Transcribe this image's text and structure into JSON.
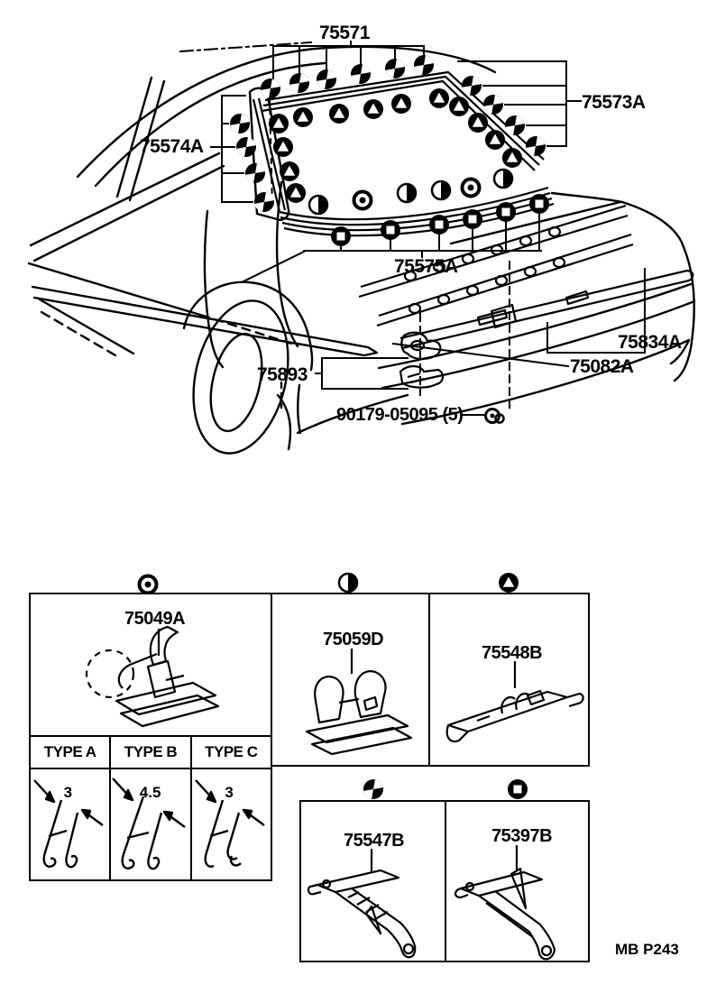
{
  "labels": {
    "l75571": "75571",
    "l75573a": "75573A",
    "l75574a": "75574A",
    "l75575a": "75575A",
    "l75834a": "75834A",
    "l75082a": "75082A",
    "l75893": "75893",
    "l90179": "90179-05095 (5)"
  },
  "parts": {
    "p75049a": "75049A",
    "p75059d": "75059D",
    "p75548b": "75548B",
    "p75547b": "75547B",
    "p75397b": "75397B"
  },
  "types": {
    "headers": [
      "TYPE A",
      "TYPE B",
      "TYPE C"
    ],
    "dims": [
      "3",
      "4.5",
      "3"
    ]
  },
  "footer": {
    "code": "MB P243"
  },
  "symbols": {
    "ring": "bullseye-clip-symbol",
    "half": "half-filled-clip-symbol",
    "triangle": "triangle-clip-symbol",
    "quad": "quartered-clip-symbol",
    "square": "square-clip-symbol"
  }
}
